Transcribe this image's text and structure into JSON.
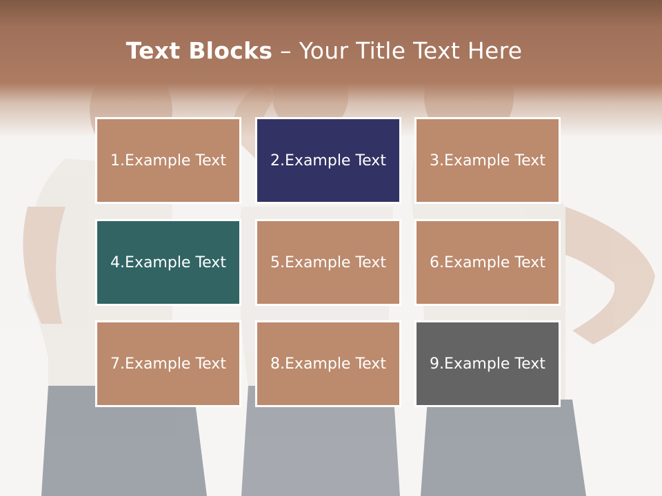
{
  "slide": {
    "title_bold": "Text Blocks",
    "title_separator": " – ",
    "title_rest": "Your Title Text Here"
  },
  "blocks": [
    {
      "label": "1.Example Text",
      "color": "#bc8a6d"
    },
    {
      "label": "2.Example Text",
      "color": "#323264"
    },
    {
      "label": "3.Example Text",
      "color": "#bc8a6d"
    },
    {
      "label": "4.Example Text",
      "color": "#326464"
    },
    {
      "label": "5.Example Text",
      "color": "#bc8a6d"
    },
    {
      "label": "6.Example Text",
      "color": "#bc8a6d"
    },
    {
      "label": "7.Example Text",
      "color": "#bc8a6d"
    },
    {
      "label": "8.Example Text",
      "color": "#bc8a6d"
    },
    {
      "label": "9.Example Text",
      "color": "#646464"
    }
  ],
  "colors": {
    "header_brown": "#a0705a",
    "block_border": "#ffffff"
  }
}
